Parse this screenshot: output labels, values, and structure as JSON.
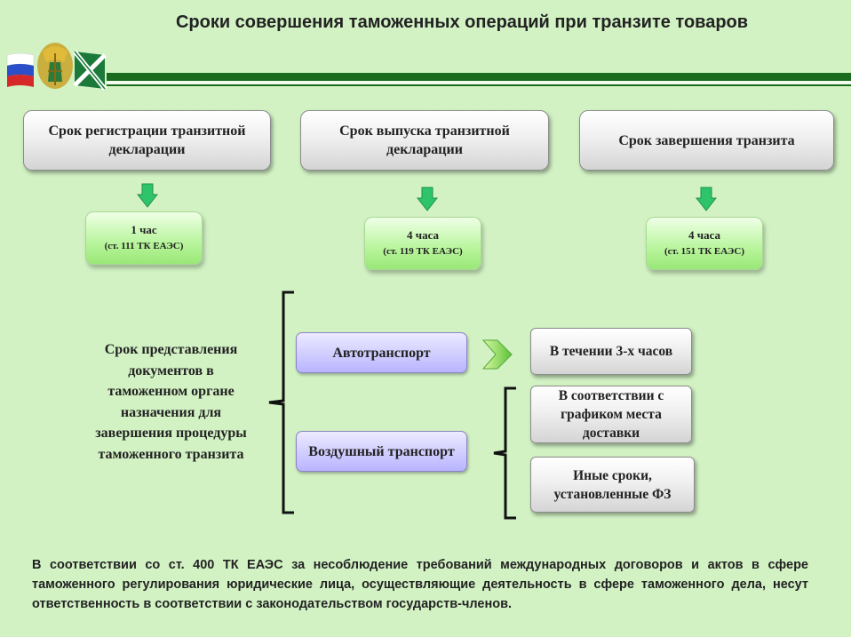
{
  "title": "Сроки совершения таможенных операций  при транзите товаров",
  "colors": {
    "background": "#d2f2c4",
    "stripe": "#1a6b1e",
    "timing_box": "#b8f59c",
    "transport_box": "#b9b4ff",
    "arrow": "#2ec46a"
  },
  "icons": [
    "russian-flag-icon",
    "customs-emblem-icon",
    "customs-flag-icon",
    "down-arrow-icon",
    "right-arrow-icon"
  ],
  "headers": [
    {
      "label": "Срок регистрации транзитной декларации"
    },
    {
      "label": "Срок выпуска транзитной декларации"
    },
    {
      "label": "Срок завершения транзита"
    }
  ],
  "timings": [
    {
      "hours": "1 час",
      "article": "(ст. 111 ТК ЕАЭС)"
    },
    {
      "hours": "4 часа",
      "article": "(ст. 119 ТК ЕАЭС)"
    },
    {
      "hours": "4 часа",
      "article": "(ст. 151  ТК ЕАЭС)"
    }
  ],
  "documents_label": "Срок представления документов в таможенном органе назначения для завершения процедуры таможенного транзита",
  "transport": {
    "auto": "Автотранспорт",
    "air": "Воздушный транспорт"
  },
  "outcomes": {
    "auto_term": "В течении  3-х часов",
    "air_schedule": "В соответствии с графиком места доставки",
    "air_other": "Иные сроки, установленные ФЗ"
  },
  "footer": "В соответствии со ст. 400 ТК ЕАЭС за несоблюдение требований международных  договоров и актов в сфере таможенного регулирования юридические лица, осуществляющие деятельность в сфере таможенного дела, несут ответственность в соответствии с законодательством государств-членов."
}
